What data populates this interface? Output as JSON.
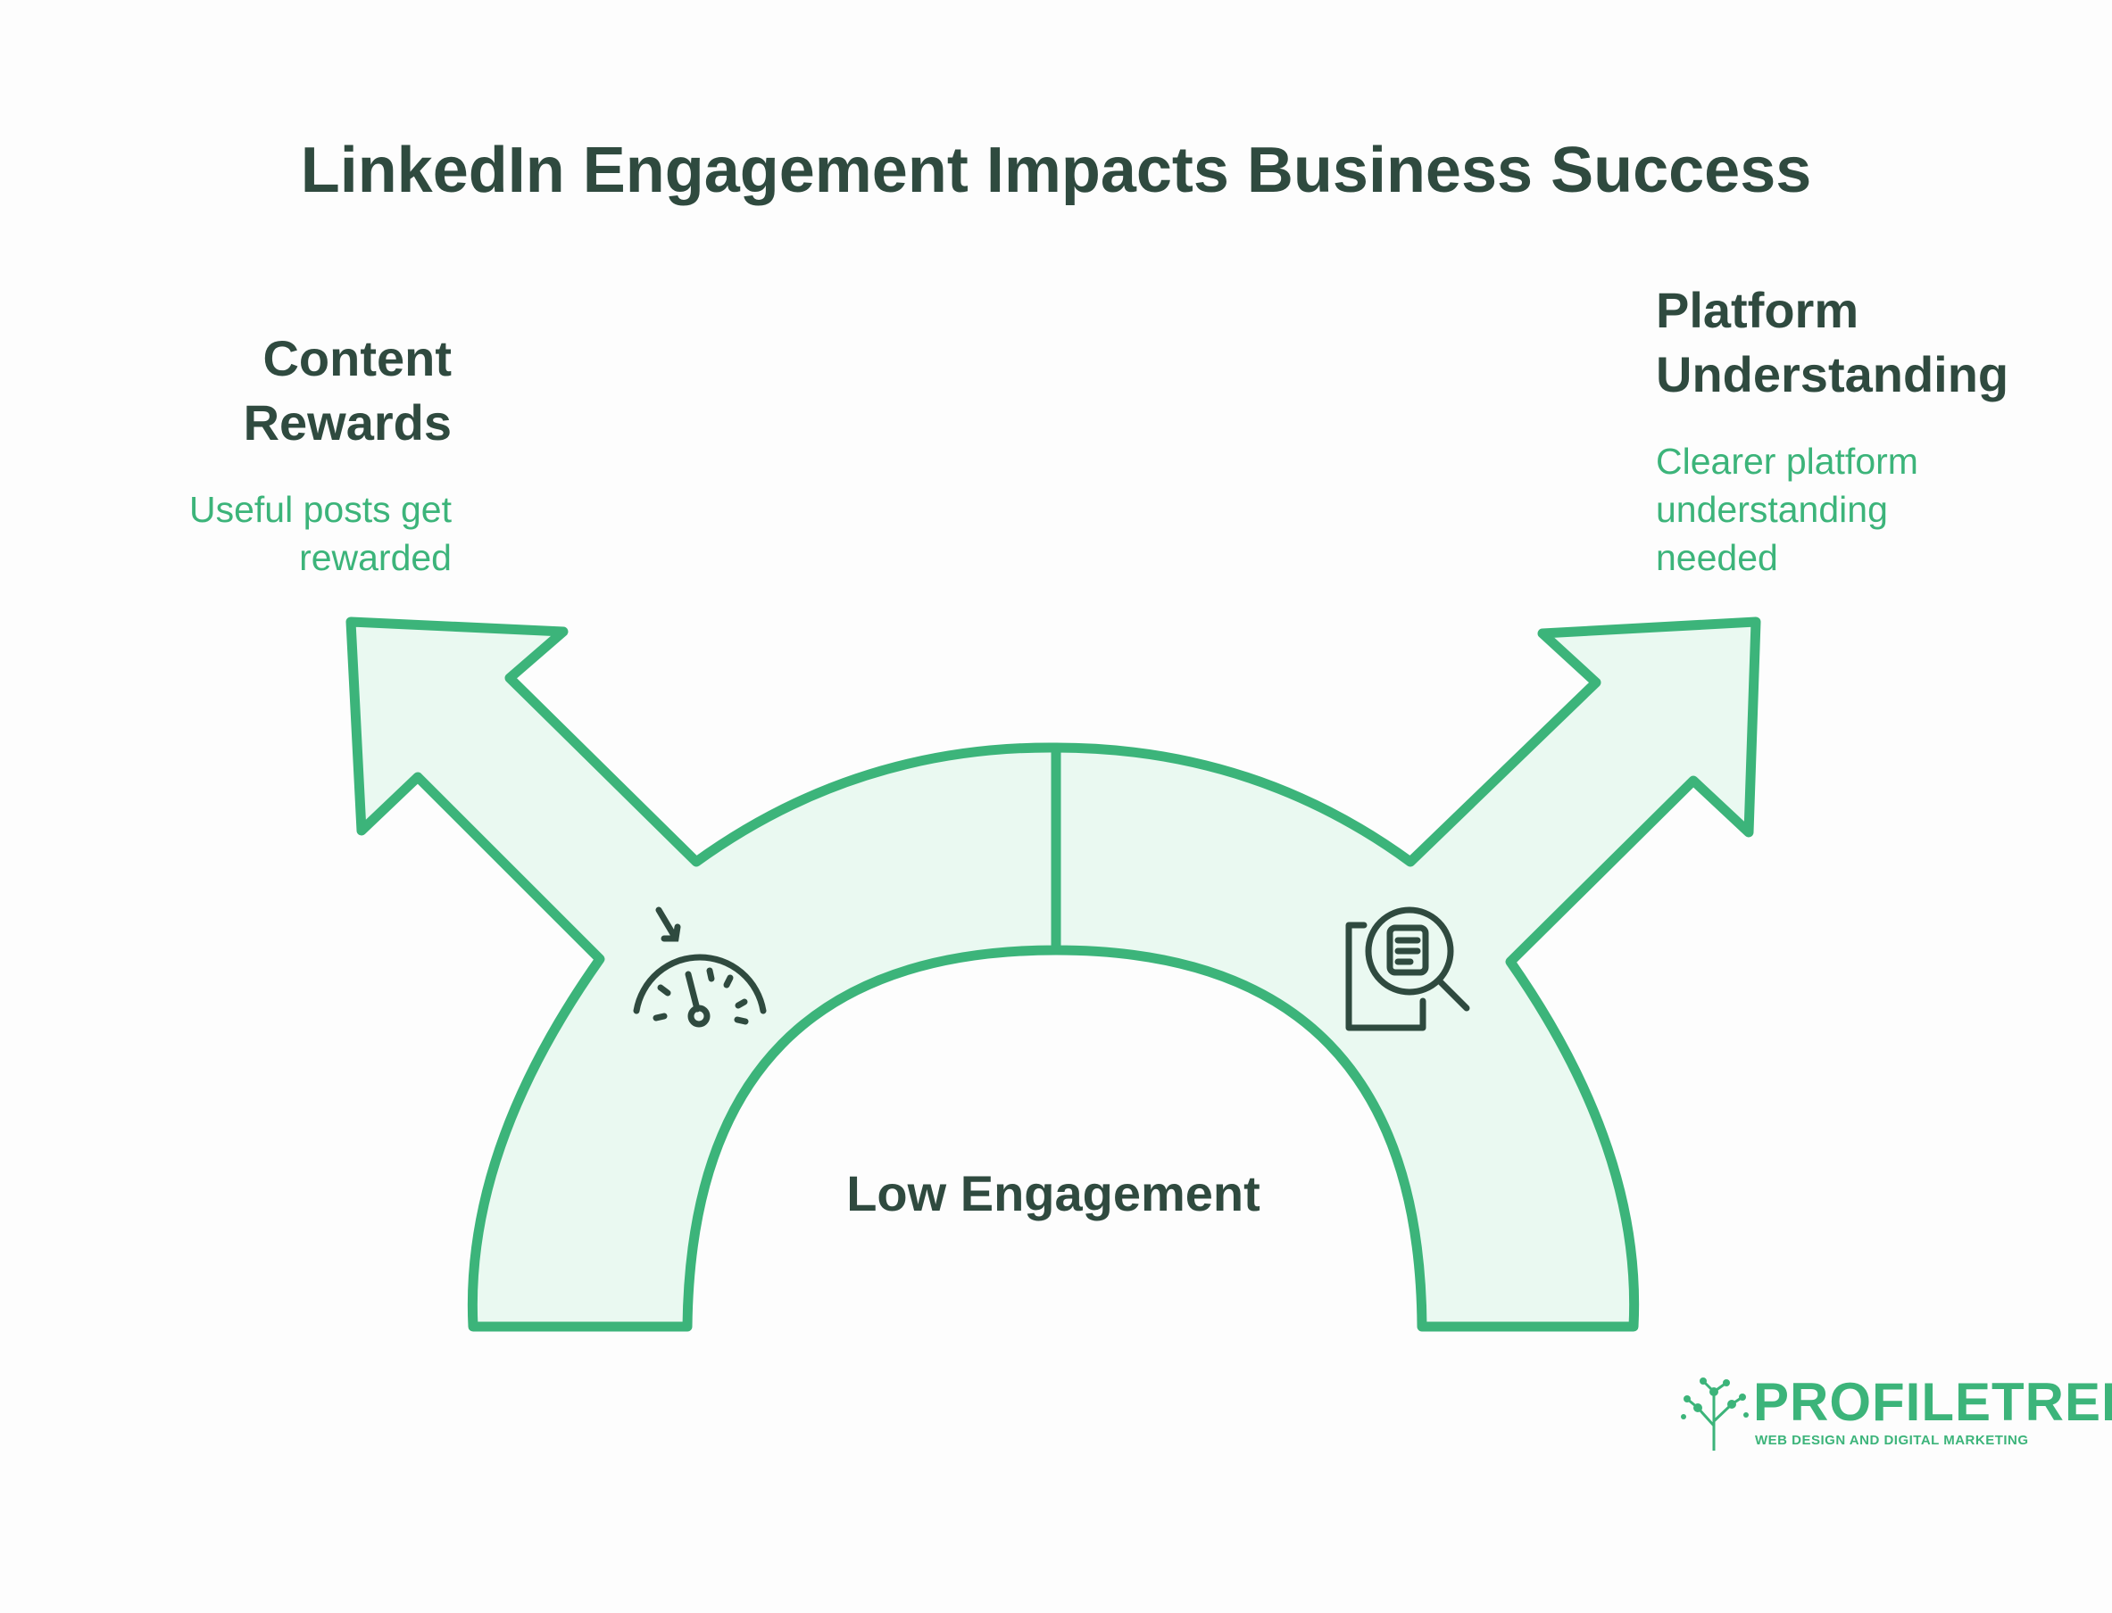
{
  "title": "LinkedIn Engagement Impacts Business Success",
  "center": {
    "label": "Low Engagement"
  },
  "branches": [
    {
      "id": "left",
      "title_line1": "Content",
      "title_line2": "Rewards",
      "desc_line1": "Useful posts get",
      "desc_line2": "rewarded",
      "icon": "gauge-icon"
    },
    {
      "id": "right",
      "title_line1": "Platform",
      "title_line2": "Understanding",
      "desc_line1": "Clearer platform",
      "desc_line2": "understanding",
      "desc_line3": "needed",
      "icon": "document-search-icon"
    }
  ],
  "logo": {
    "name": "PROFILETREE",
    "tagline": "WEB DESIGN AND DIGITAL MARKETING"
  },
  "colors": {
    "accent": "#3cb47a",
    "fill": "#eaf9f1",
    "text": "#2f4a3f"
  }
}
